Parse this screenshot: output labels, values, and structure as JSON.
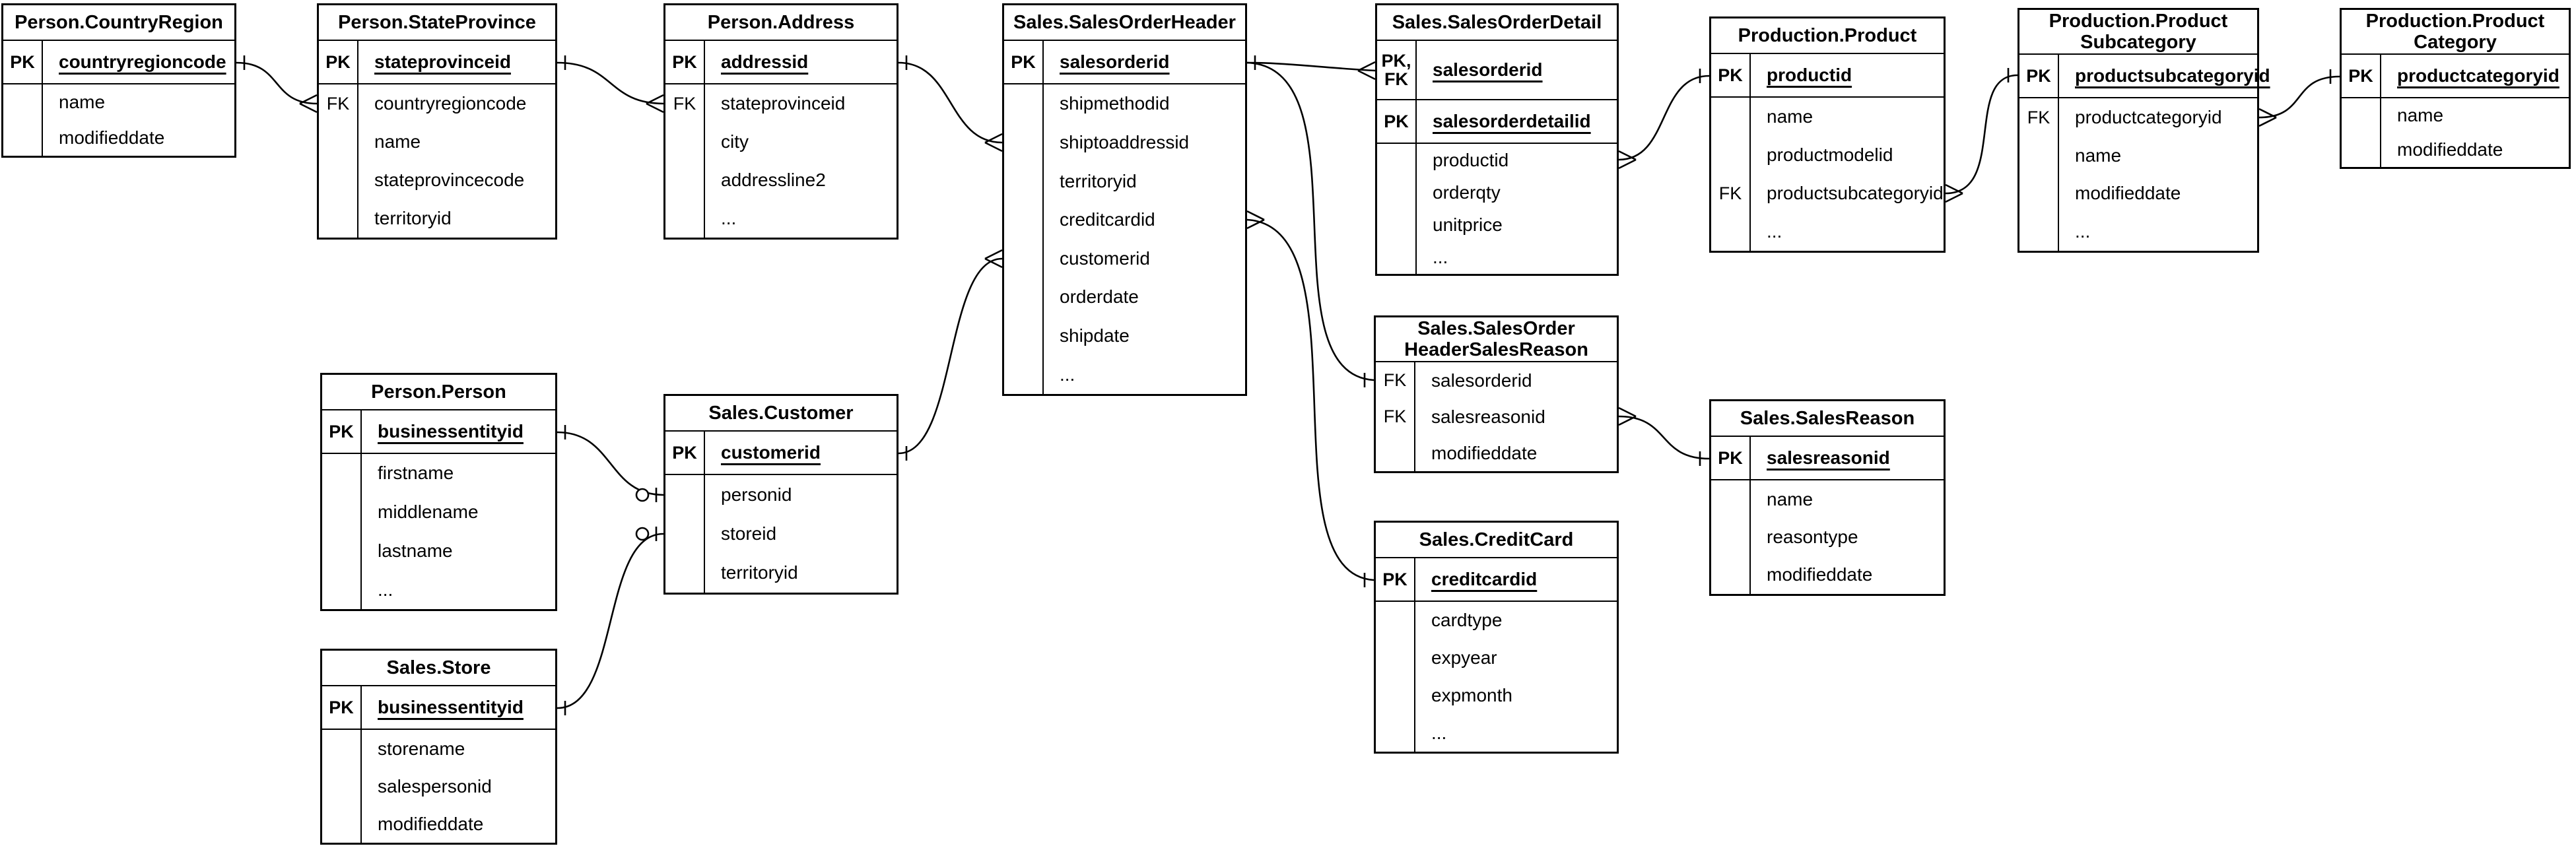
{
  "tables": [
    {
      "id": "person-countryregion",
      "title": "Person.CountryRegion",
      "rows": [
        {
          "k": "PK",
          "f": "countryregioncode",
          "s": "pk"
        },
        {
          "k": "",
          "f": "name",
          "s": "p"
        },
        {
          "k": "",
          "f": "modifieddate",
          "s": "p"
        }
      ]
    },
    {
      "id": "person-stateprovince",
      "title": "Person.StateProvince",
      "rows": [
        {
          "k": "PK",
          "f": "stateprovinceid",
          "s": "pk"
        },
        {
          "k": "FK",
          "f": "countryregioncode",
          "s": "p"
        },
        {
          "k": "",
          "f": "name",
          "s": "p"
        },
        {
          "k": "",
          "f": "stateprovincecode",
          "s": "p"
        },
        {
          "k": "",
          "f": "territoryid",
          "s": "p"
        }
      ]
    },
    {
      "id": "person-address",
      "title": "Person.Address",
      "rows": [
        {
          "k": "PK",
          "f": "addressid",
          "s": "pk"
        },
        {
          "k": "FK",
          "f": "stateprovinceid",
          "s": "p"
        },
        {
          "k": "",
          "f": "city",
          "s": "p"
        },
        {
          "k": "",
          "f": "addressline2",
          "s": "p"
        },
        {
          "k": "",
          "f": "...",
          "s": "p"
        }
      ]
    },
    {
      "id": "sales-salesorderheader",
      "title": "Sales.SalesOrderHeader",
      "rows": [
        {
          "k": "PK",
          "f": "salesorderid",
          "s": "pk"
        },
        {
          "k": "",
          "f": "shipmethodid",
          "s": "p"
        },
        {
          "k": "",
          "f": "shiptoaddressid",
          "s": "p"
        },
        {
          "k": "",
          "f": "territoryid",
          "s": "p"
        },
        {
          "k": "",
          "f": "creditcardid",
          "s": "p"
        },
        {
          "k": "",
          "f": "customerid",
          "s": "p"
        },
        {
          "k": "",
          "f": "orderdate",
          "s": "p"
        },
        {
          "k": "",
          "f": "shipdate",
          "s": "p"
        },
        {
          "k": "",
          "f": "...",
          "s": "p"
        }
      ]
    },
    {
      "id": "sales-salesorderdetail",
      "title": "Sales.SalesOrderDetail",
      "rows": [
        {
          "k": "PK,\nFK",
          "f": "salesorderid",
          "s": "pkfk"
        },
        {
          "k": "PK",
          "f": "salesorderdetailid",
          "s": "pk"
        },
        {
          "k": "",
          "f": "productid",
          "s": "p"
        },
        {
          "k": "",
          "f": "orderqty",
          "s": "p"
        },
        {
          "k": "",
          "f": "unitprice",
          "s": "p"
        },
        {
          "k": "",
          "f": "...",
          "s": "p"
        }
      ]
    },
    {
      "id": "production-product",
      "title": "Production.Product",
      "rows": [
        {
          "k": "PK",
          "f": "productid",
          "s": "pk"
        },
        {
          "k": "",
          "f": "name",
          "s": "p"
        },
        {
          "k": "",
          "f": "productmodelid",
          "s": "p"
        },
        {
          "k": "FK",
          "f": "productsubcategoryid",
          "s": "p"
        },
        {
          "k": "",
          "f": "...",
          "s": "p"
        }
      ]
    },
    {
      "id": "production-productsubcategory",
      "title": "Production.Product\nSubcategory",
      "rows": [
        {
          "k": "PK",
          "f": "productsubcategoryid",
          "s": "pk"
        },
        {
          "k": "FK",
          "f": "productcategoryid",
          "s": "p"
        },
        {
          "k": "",
          "f": "name",
          "s": "p"
        },
        {
          "k": "",
          "f": "modifieddate",
          "s": "p"
        },
        {
          "k": "",
          "f": "...",
          "s": "p"
        }
      ]
    },
    {
      "id": "production-productcategory",
      "title": "Production.Product\nCategory",
      "rows": [
        {
          "k": "PK",
          "f": "productcategoryid",
          "s": "pk"
        },
        {
          "k": "",
          "f": "name",
          "s": "p"
        },
        {
          "k": "",
          "f": "modifieddate",
          "s": "p"
        }
      ]
    },
    {
      "id": "person-person",
      "title": "Person.Person",
      "rows": [
        {
          "k": "PK",
          "f": "businessentityid",
          "s": "pk"
        },
        {
          "k": "",
          "f": "firstname",
          "s": "p"
        },
        {
          "k": "",
          "f": "middlename",
          "s": "p"
        },
        {
          "k": "",
          "f": "lastname",
          "s": "p"
        },
        {
          "k": "",
          "f": "...",
          "s": "p"
        }
      ]
    },
    {
      "id": "sales-customer",
      "title": "Sales.Customer",
      "rows": [
        {
          "k": "PK",
          "f": "customerid",
          "s": "pk"
        },
        {
          "k": "",
          "f": "personid",
          "s": "p"
        },
        {
          "k": "",
          "f": "storeid",
          "s": "p"
        },
        {
          "k": "",
          "f": "territoryid",
          "s": "p"
        }
      ]
    },
    {
      "id": "sales-store",
      "title": "Sales.Store",
      "rows": [
        {
          "k": "PK",
          "f": "businessentityid",
          "s": "pk"
        },
        {
          "k": "",
          "f": "storename",
          "s": "p"
        },
        {
          "k": "",
          "f": "salespersonid",
          "s": "p"
        },
        {
          "k": "",
          "f": "modifieddate",
          "s": "p"
        }
      ]
    },
    {
      "id": "sales-salesorderheadersalesreason",
      "title": "Sales.SalesOrder\nHeaderSalesReason",
      "rows": [
        {
          "k": "FK",
          "f": "salesorderid",
          "s": "p"
        },
        {
          "k": "FK",
          "f": "salesreasonid",
          "s": "p"
        },
        {
          "k": "",
          "f": "modifieddate",
          "s": "p"
        }
      ]
    },
    {
      "id": "sales-salesreason",
      "title": "Sales.SalesReason",
      "rows": [
        {
          "k": "PK",
          "f": "salesreasonid",
          "s": "pk"
        },
        {
          "k": "",
          "f": "name",
          "s": "p"
        },
        {
          "k": "",
          "f": "reasontype",
          "s": "p"
        },
        {
          "k": "",
          "f": "modifieddate",
          "s": "p"
        }
      ]
    },
    {
      "id": "sales-creditcard",
      "title": "Sales.CreditCard",
      "rows": [
        {
          "k": "PK",
          "f": "creditcardid",
          "s": "pk"
        },
        {
          "k": "",
          "f": "cardtype",
          "s": "p"
        },
        {
          "k": "",
          "f": "expyear",
          "s": "p"
        },
        {
          "k": "",
          "f": "expmonth",
          "s": "p"
        },
        {
          "k": "",
          "f": "...",
          "s": "p"
        }
      ]
    }
  ],
  "relationships": [
    {
      "from": "Person.CountryRegion.countryregioncode",
      "to": "Person.StateProvince.countryregioncode",
      "from_end": "one",
      "to_end": "many"
    },
    {
      "from": "Person.StateProvince.stateprovinceid",
      "to": "Person.Address.stateprovinceid",
      "from_end": "one",
      "to_end": "many"
    },
    {
      "from": "Person.Address.addressid",
      "to": "Sales.SalesOrderHeader.shiptoaddressid",
      "from_end": "one",
      "to_end": "many"
    },
    {
      "from": "Sales.Customer.customerid",
      "to": "Sales.SalesOrderHeader.customerid",
      "from_end": "one",
      "to_end": "many"
    },
    {
      "from": "Person.Person.businessentityid",
      "to": "Sales.Customer.personid",
      "from_end": "one",
      "to_end": "zero-or-one"
    },
    {
      "from": "Sales.Store.businessentityid",
      "to": "Sales.Customer.storeid",
      "from_end": "one",
      "to_end": "zero-or-one"
    },
    {
      "from": "Sales.SalesOrderHeader.salesorderid",
      "to": "Sales.SalesOrderDetail.salesorderid",
      "from_end": "one",
      "to_end": "many"
    },
    {
      "from": "Sales.SalesOrderHeader.salesorderid",
      "to": "Sales.SalesOrderHeaderSalesReason.salesorderid",
      "from_end": "one",
      "to_end": "one"
    },
    {
      "from": "Sales.SalesOrderHeader.creditcardid",
      "to": "Sales.CreditCard.creditcardid",
      "from_end": "many",
      "to_end": "one"
    },
    {
      "from": "Sales.SalesOrderDetail.productid",
      "to": "Production.Product.productid",
      "from_end": "many",
      "to_end": "one"
    },
    {
      "from": "Production.Product.productsubcategoryid",
      "to": "Production.ProductSubcategory.productsubcategoryid",
      "from_end": "many",
      "to_end": "one"
    },
    {
      "from": "Production.ProductSubcategory.productcategoryid",
      "to": "Production.ProductCategory.productcategoryid",
      "from_end": "many",
      "to_end": "one"
    },
    {
      "from": "Sales.SalesOrderHeaderSalesReason.salesreasonid",
      "to": "Sales.SalesReason.salesreasonid",
      "from_end": "many",
      "to_end": "one"
    }
  ]
}
